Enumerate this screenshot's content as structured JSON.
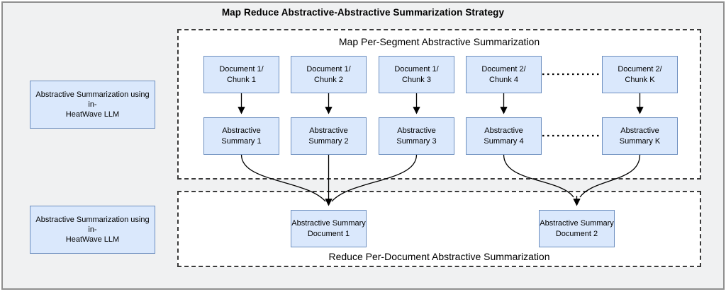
{
  "title": "Map Reduce Abstractive-Abstractive Summarization Strategy",
  "left_notes": [
    {
      "line1": "Abstractive Summarization using in-",
      "line2": "HeatWave LLM"
    },
    {
      "line1": "Abstractive Summarization using in-",
      "line2": "HeatWave LLM"
    }
  ],
  "map_section": {
    "title": "Map Per-Segment Abstractive Summarization",
    "chunk_boxes": [
      {
        "line1": "Document 1/",
        "line2": "Chunk 1"
      },
      {
        "line1": "Document 1/",
        "line2": "Chunk 2"
      },
      {
        "line1": "Document 1/",
        "line2": "Chunk 3"
      },
      {
        "line1": "Document 2/",
        "line2": "Chunk 4"
      },
      {
        "line1": "Document 2/",
        "line2": "Chunk K"
      }
    ],
    "summary_boxes": [
      {
        "line1": "Abstractive",
        "line2": "Summary 1"
      },
      {
        "line1": "Abstractive",
        "line2": "Summary 2"
      },
      {
        "line1": "Abstractive",
        "line2": "Summary 3"
      },
      {
        "line1": "Abstractive",
        "line2": "Summary 4"
      },
      {
        "line1": "Abstractive",
        "line2": "Summary K"
      }
    ]
  },
  "reduce_section": {
    "title": "Reduce Per-Document Abstractive Summarization",
    "doc_boxes": [
      {
        "line1": "Abstractive Summary",
        "line2": "Document 1"
      },
      {
        "line1": "Abstractive Summary",
        "line2": "Document 2"
      }
    ]
  },
  "colors": {
    "node_fill": "#dae8fc",
    "node_border": "#6c8ebf",
    "canvas_background": "#f0f1f2",
    "section_fill": "#ffffff",
    "dashed_border": "#3a3a3a",
    "outer_border": "#8f8f8f",
    "connector": "#000000"
  }
}
